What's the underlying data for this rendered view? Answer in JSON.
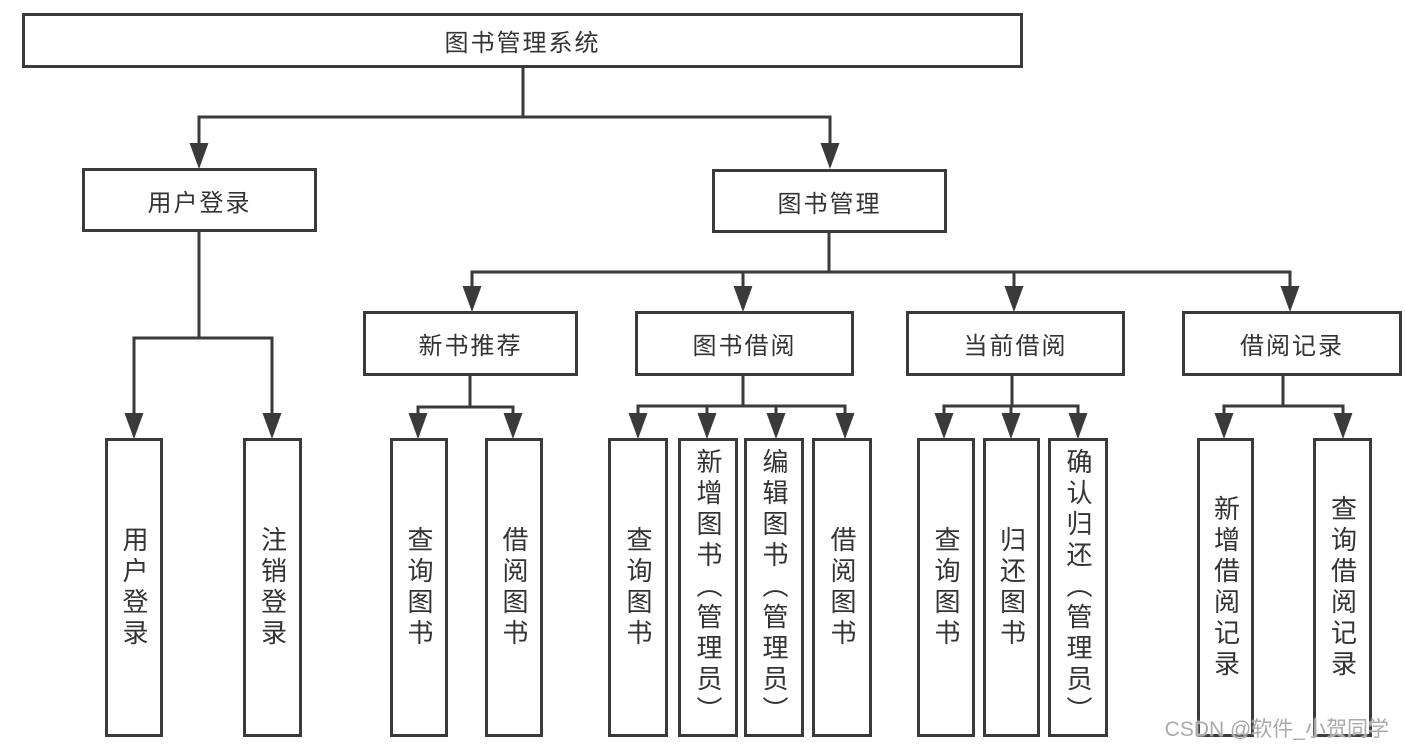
{
  "diagram": {
    "root": {
      "label": "图书管理系统",
      "children": [
        {
          "label": "用户登录",
          "children": [
            {
              "label": "用户登录"
            },
            {
              "label": "注销登录"
            }
          ]
        },
        {
          "label": "图书管理",
          "children": [
            {
              "label": "新书推荐",
              "children": [
                {
                  "label": "查询图书"
                },
                {
                  "label": "借阅图书"
                }
              ]
            },
            {
              "label": "图书借阅",
              "children": [
                {
                  "label": "查询图书"
                },
                {
                  "label": "新增图书（管理员）"
                },
                {
                  "label": "编辑图书（管理员）"
                },
                {
                  "label": "借阅图书"
                }
              ]
            },
            {
              "label": "当前借阅",
              "children": [
                {
                  "label": "查询图书"
                },
                {
                  "label": "归还图书"
                },
                {
                  "label": "确认归还（管理员）"
                }
              ]
            },
            {
              "label": "借阅记录",
              "children": [
                {
                  "label": "新增借阅记录"
                },
                {
                  "label": "查询借阅记录"
                }
              ]
            }
          ]
        }
      ]
    }
  },
  "watermark": {
    "text": "CSDN @软件_小贺同学"
  },
  "colors": {
    "line": "#3a3a3a",
    "text": "#333333",
    "background": "#ffffff",
    "watermark": "#a3a3a3"
  }
}
